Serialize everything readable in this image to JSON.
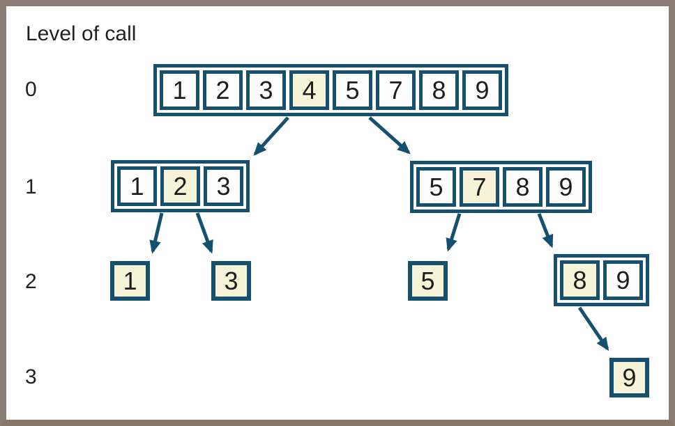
{
  "title": "Level of call",
  "level_labels": [
    "0",
    "1",
    "2",
    "3"
  ],
  "colors": {
    "accent_teal": "#15506f",
    "highlight_cream": "#f6f3d8",
    "frame_brown": "#8b7d75",
    "background": "#ffffff",
    "text": "#231f20"
  },
  "nodes": {
    "root": {
      "level": 0,
      "values": [
        "1",
        "2",
        "3",
        "4",
        "5",
        "7",
        "8",
        "9"
      ],
      "highlighted_value": "4"
    },
    "left": {
      "level": 1,
      "values": [
        "1",
        "2",
        "3"
      ],
      "highlighted_value": "2"
    },
    "right": {
      "level": 1,
      "values": [
        "5",
        "7",
        "8",
        "9"
      ],
      "highlighted_value": "7"
    },
    "leaf_1": {
      "level": 2,
      "values": [
        "1"
      ],
      "highlighted_value": "1"
    },
    "leaf_3": {
      "level": 2,
      "values": [
        "3"
      ],
      "highlighted_value": "3"
    },
    "leaf_5": {
      "level": 2,
      "values": [
        "5"
      ],
      "highlighted_value": "5"
    },
    "pair_8_9": {
      "level": 2,
      "values": [
        "8",
        "9"
      ],
      "highlighted_value": "8"
    },
    "leaf_9": {
      "level": 3,
      "values": [
        "9"
      ],
      "highlighted_value": "9"
    }
  },
  "edges": [
    {
      "from": "root",
      "to": "left"
    },
    {
      "from": "root",
      "to": "right"
    },
    {
      "from": "left",
      "to": "leaf_1"
    },
    {
      "from": "left",
      "to": "leaf_3"
    },
    {
      "from": "right",
      "to": "leaf_5"
    },
    {
      "from": "right",
      "to": "pair_8_9"
    },
    {
      "from": "pair_8_9",
      "to": "leaf_9"
    }
  ]
}
